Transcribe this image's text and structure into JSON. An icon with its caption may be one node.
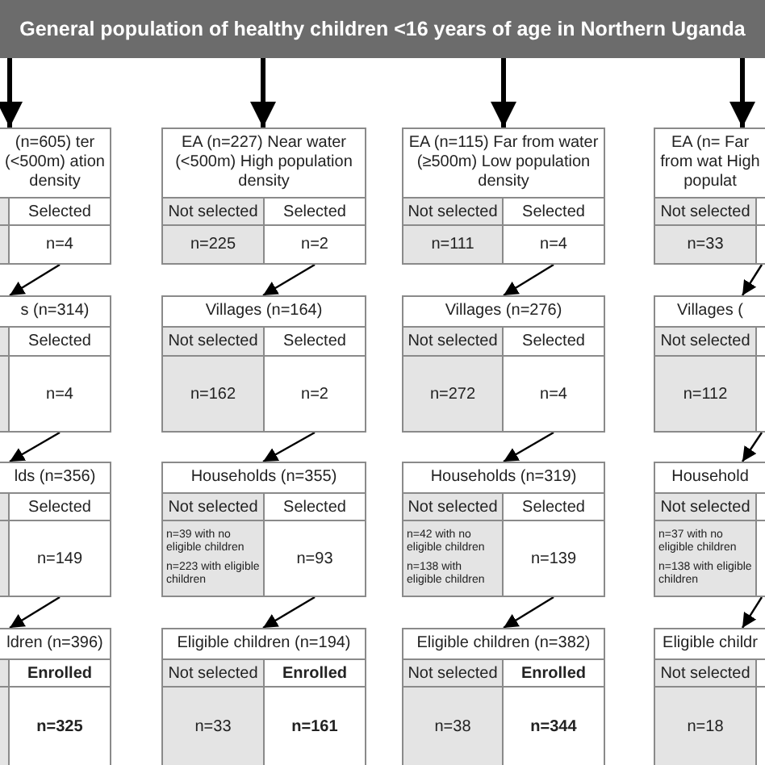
{
  "diagram": {
    "nodes": [
      {
        "text": [
          "General population of healthy children <16 years of age in Northern Uganda"
        ]
      },
      {
        "text": [
          "(n=605) ter (<500m) ation density",
          "Selected",
          "n=4"
        ]
      },
      {
        "text": [
          "EA (n=227) Near water (<500m) High population density",
          "Not selected",
          "Selected",
          "n=225",
          "n=2"
        ]
      },
      {
        "text": [
          "EA (n=115) Far from water (≥500m) Low population density",
          "Not selected",
          "Selected",
          "n=111",
          "n=4"
        ]
      },
      {
        "text": [
          "EA (n= Far from wat High populat",
          "Not selected",
          "n=33"
        ]
      },
      {
        "text": [
          "s (n=314)",
          "Selected",
          "n=4"
        ]
      },
      {
        "text": [
          "Villages (n=164)",
          "Not selected",
          "Selected",
          "n=162",
          "n=2"
        ]
      },
      {
        "text": [
          "Villages (n=276)",
          "Not selected",
          "Selected",
          "n=272",
          "n=4"
        ]
      },
      {
        "text": [
          "Villages (",
          "Not selected",
          "n=112"
        ]
      },
      {
        "text": [
          "lds (n=356)",
          "Selected",
          "n=149"
        ]
      },
      {
        "text": [
          "Households (n=355)",
          "Not selected",
          "Selected",
          "n=39 with no eligible children",
          "n=223 with eligible children",
          "n=93"
        ]
      },
      {
        "text": [
          "Households (n=319)",
          "Not selected",
          "Selected",
          "n=42 with no eligible children",
          "n=138 with eligible children",
          "n=139"
        ]
      },
      {
        "text": [
          "Household",
          "Not selected",
          "n=37 with no eligible children",
          "n=138 with eligible children"
        ]
      },
      {
        "text": [
          "ldren (n=396)",
          "Enrolled",
          "n=325"
        ]
      },
      {
        "text": [
          "Eligible children (n=194)",
          "Not selected",
          "Enrolled",
          "n=33",
          "n=161"
        ]
      },
      {
        "text": [
          "Eligible children (n=382)",
          "Not selected",
          "Enrolled",
          "n=38",
          "n=344"
        ]
      },
      {
        "text": [
          "Eligible childr",
          "Not selected",
          "n=18"
        ]
      }
    ],
    "edges": [
      {
        "from": 0,
        "to": 1,
        "arrow": "to",
        "style": "thick"
      },
      {
        "from": 0,
        "to": 2,
        "arrow": "to",
        "style": "thick"
      },
      {
        "from": 0,
        "to": 3,
        "arrow": "to",
        "style": "thick"
      },
      {
        "from": 0,
        "to": 4,
        "arrow": "to",
        "style": "thick"
      },
      {
        "from": 1,
        "to": 5,
        "arrow": "to"
      },
      {
        "from": 2,
        "to": 6,
        "arrow": "to"
      },
      {
        "from": 3,
        "to": 7,
        "arrow": "to"
      },
      {
        "from": 4,
        "to": 8,
        "arrow": "to"
      },
      {
        "from": 5,
        "to": 9,
        "arrow": "to"
      },
      {
        "from": 6,
        "to": 10,
        "arrow": "to"
      },
      {
        "from": 7,
        "to": 11,
        "arrow": "to"
      },
      {
        "from": 8,
        "to": 12,
        "arrow": "to"
      },
      {
        "from": 9,
        "to": 13,
        "arrow": "to"
      },
      {
        "from": 10,
        "to": 14,
        "arrow": "to"
      },
      {
        "from": 11,
        "to": 15,
        "arrow": "to"
      },
      {
        "from": 12,
        "to": 16,
        "arrow": "to"
      }
    ]
  }
}
